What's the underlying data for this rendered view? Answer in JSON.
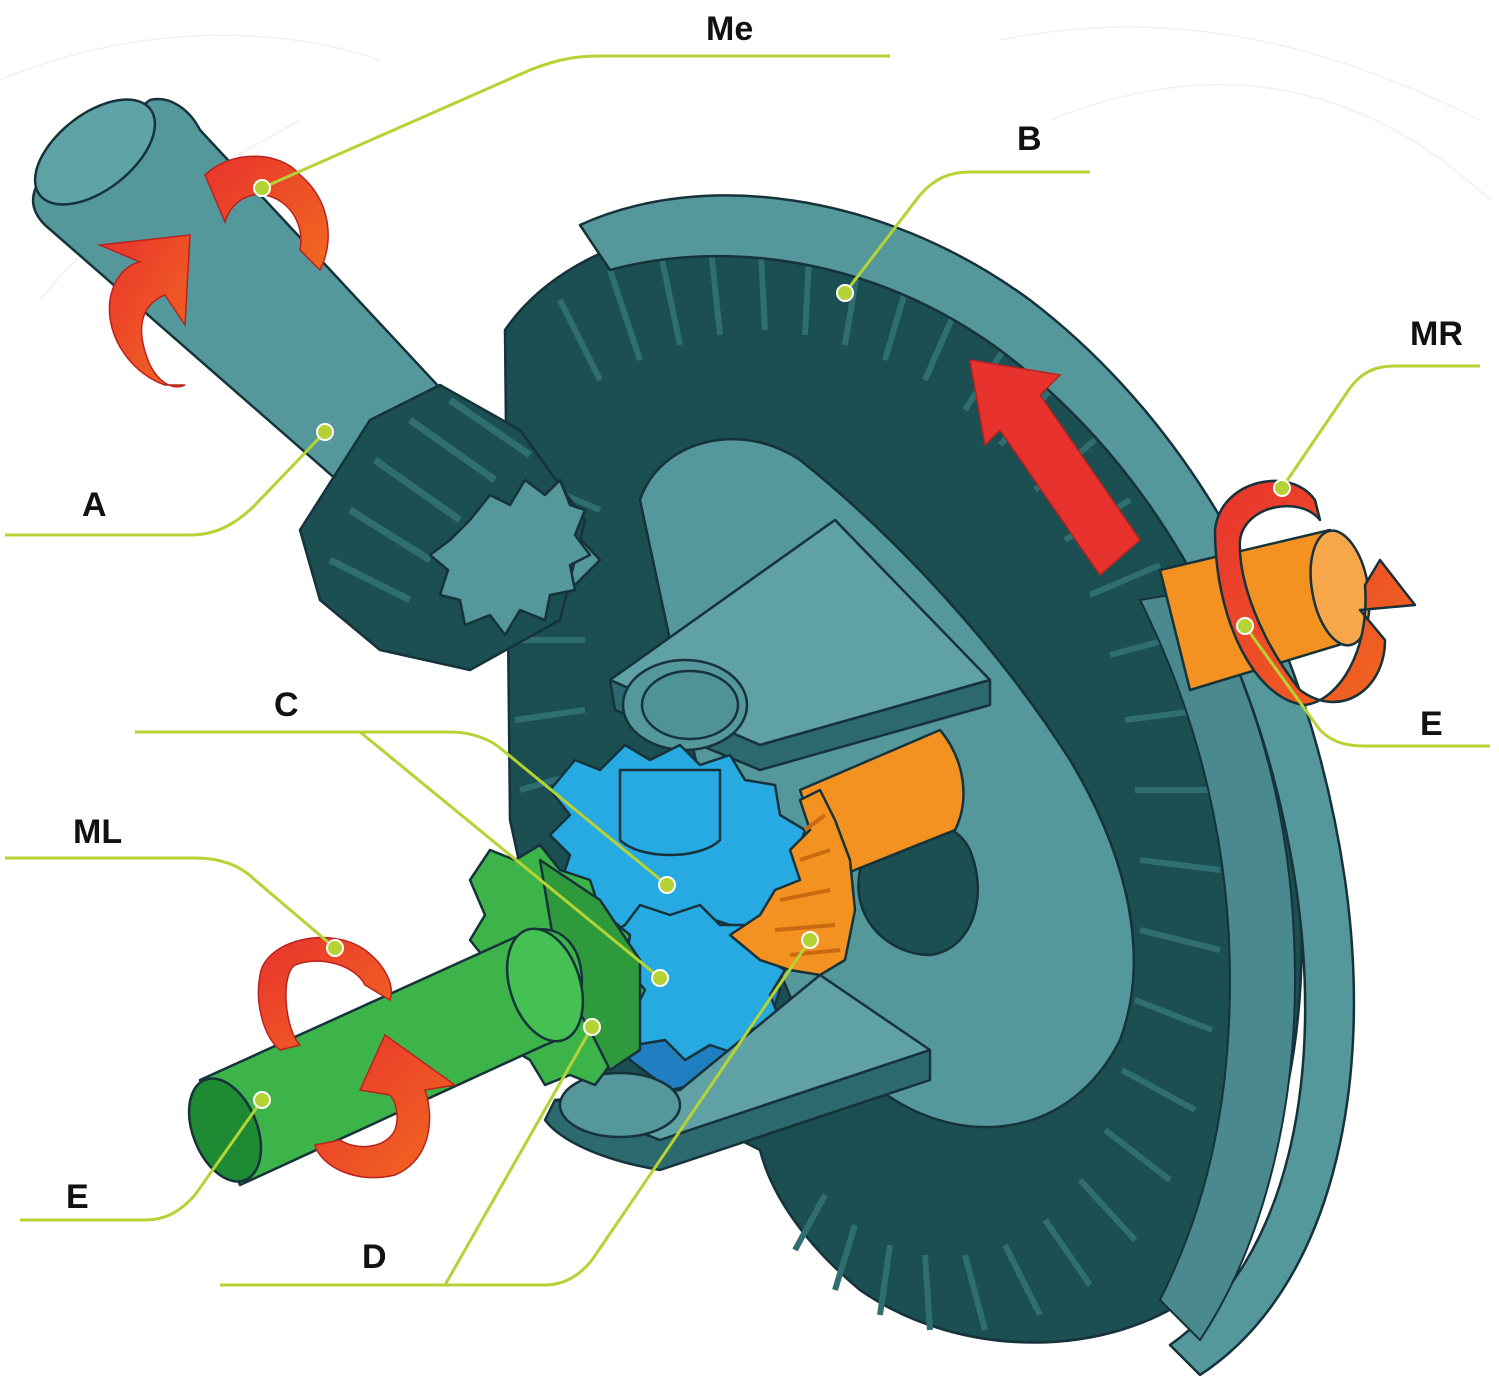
{
  "labels": {
    "me": "Me",
    "b": "B",
    "mr": "MR",
    "a": "A",
    "e_right": "E",
    "c": "C",
    "ml": "ML",
    "e_left": "E",
    "d": "D"
  },
  "colors": {
    "housing": "#55989c",
    "housing_dark": "#2c6a6f",
    "teeth": "#1b4f52",
    "teeth_light": "#2f6f72",
    "side_shaft_right": "#f39221",
    "side_shaft_left": "#3cb44a",
    "spider_gear": "#27a9e1",
    "arrow_red": "#e8322e",
    "leader": "#b5d334"
  }
}
